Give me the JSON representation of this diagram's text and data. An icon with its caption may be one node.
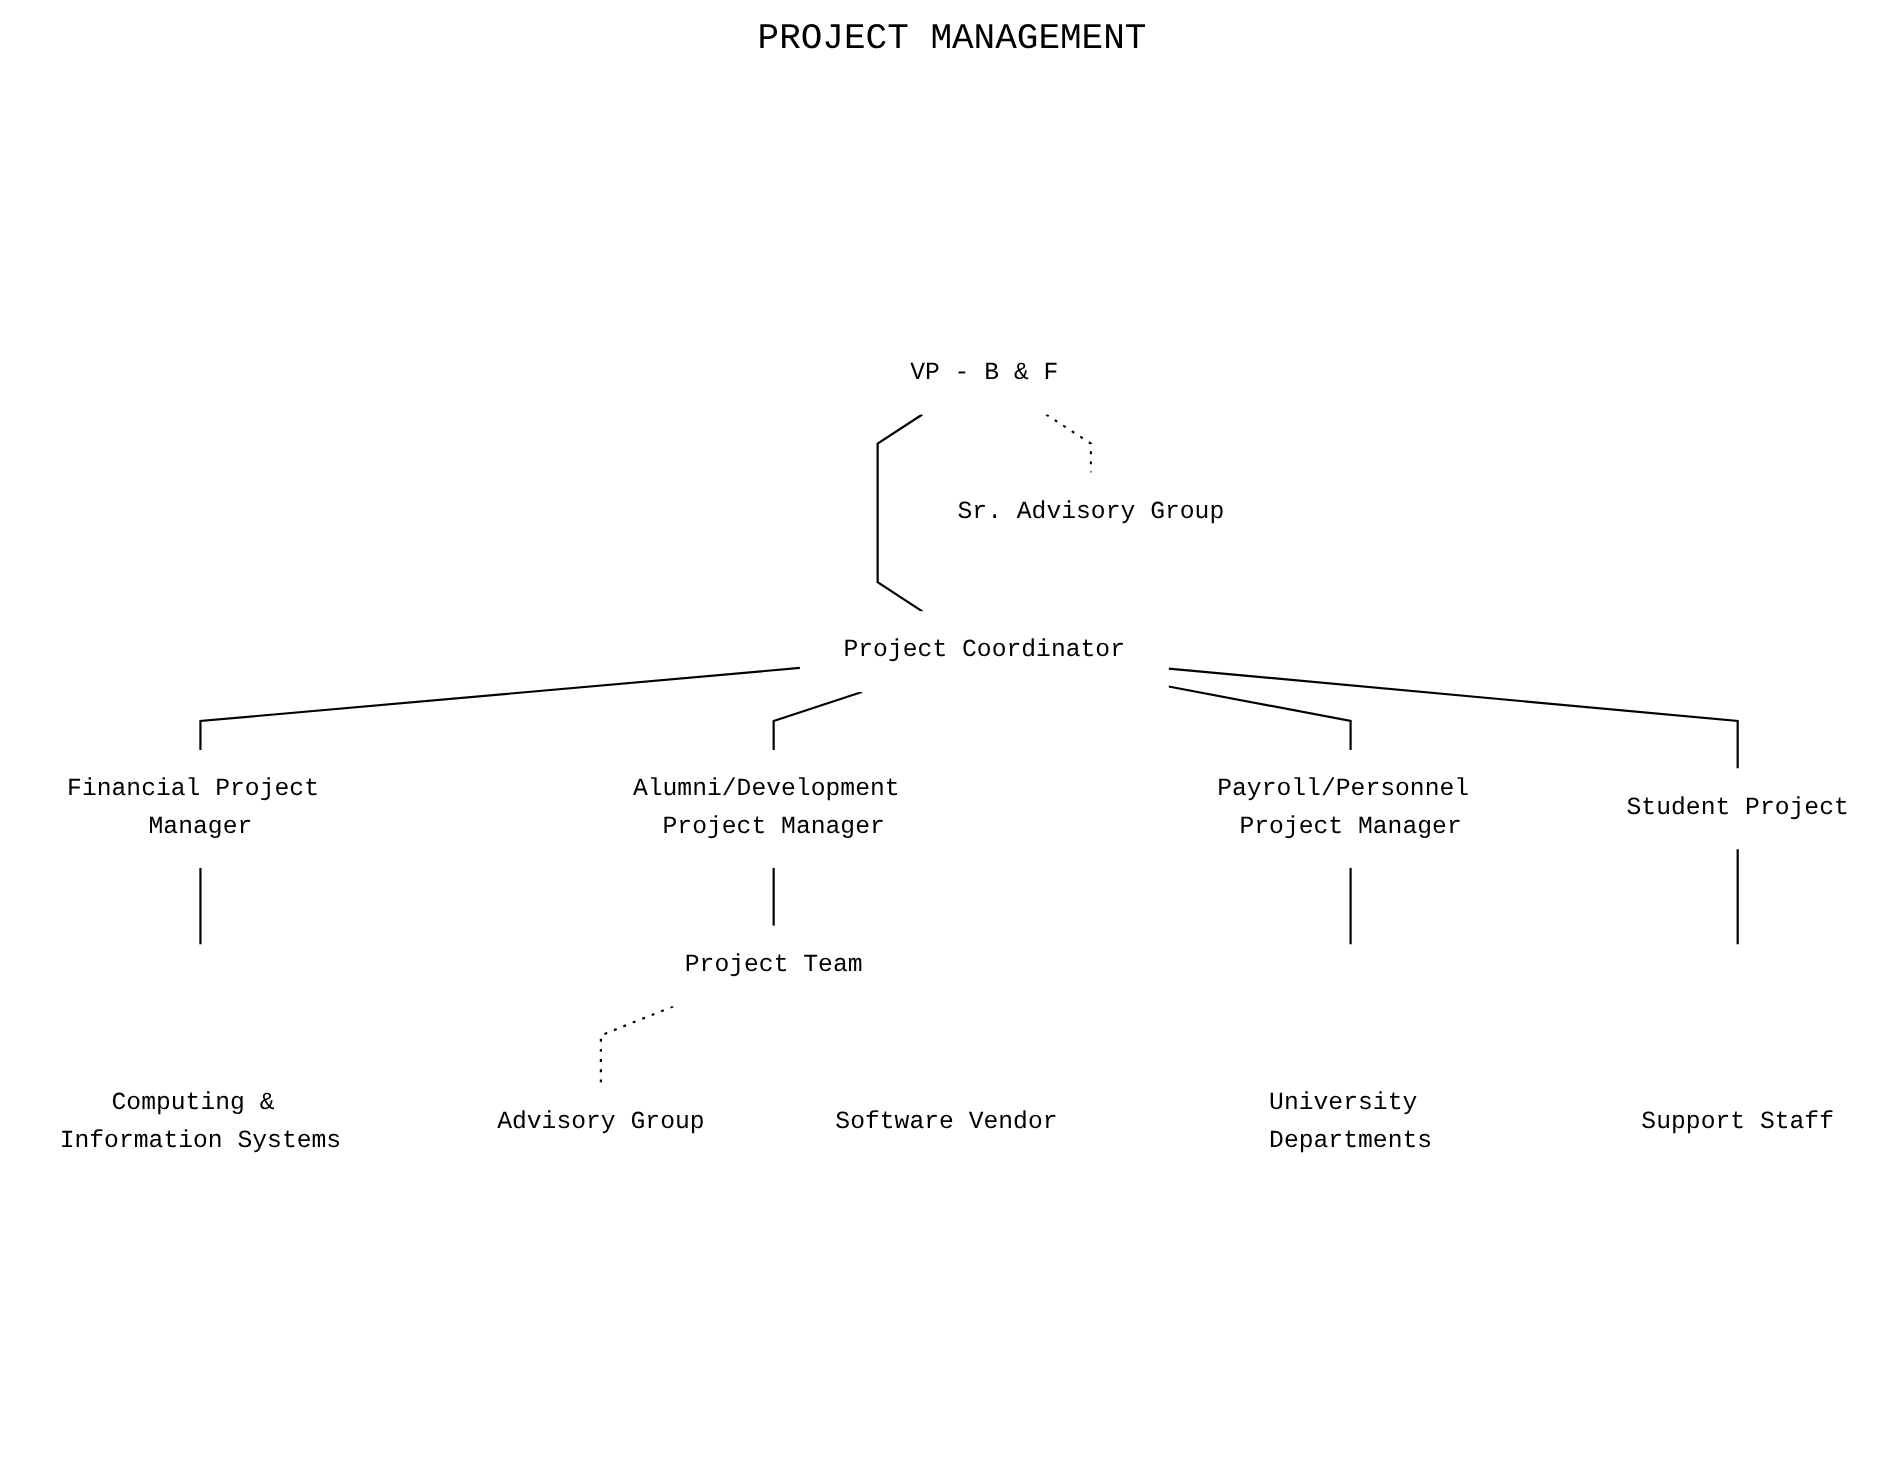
{
  "diagram": {
    "title": "PROJECT MANAGEMENT",
    "nodes": [
      {
        "text": [
          "VP - B & F"
        ]
      },
      {
        "text": [
          "Sr. Advisory Group"
        ]
      },
      {
        "text": [
          "Project Coordinator"
        ]
      },
      {
        "text": [
          "Financial Project Manager"
        ]
      },
      {
        "text": [
          "Alumni/Development Project Manager"
        ]
      },
      {
        "text": [
          "Payroll/Personnel Project Manager"
        ]
      },
      {
        "text": [
          "Student Project"
        ]
      },
      {
        "text": [
          "Advisory Group"
        ]
      },
      {
        "text": [
          "Project Team"
        ]
      },
      {
        "text": [
          "Computing & Information Systems"
        ]
      },
      {
        "text": [
          "Software Vendor"
        ]
      },
      {
        "text": [
          "University Departments"
        ]
      },
      {
        "text": [
          "Support Staff"
        ]
      }
    ],
    "edges": [
      {
        "from": 0,
        "to": 2,
        "arrow": "none"
      },
      {
        "from": 0,
        "to": 1,
        "arrow": "none",
        "style": "dashed"
      },
      {
        "from": 2,
        "to": 3,
        "arrow": "none"
      },
      {
        "from": 2,
        "to": 4,
        "arrow": "none"
      },
      {
        "from": 2,
        "to": 5,
        "arrow": "none"
      },
      {
        "from": 2,
        "to": 6,
        "arrow": "none"
      },
      {
        "from": 3,
        "to": null,
        "arrow": "none"
      },
      {
        "from": 4,
        "to": 8,
        "arrow": "none"
      },
      {
        "from": 5,
        "to": null,
        "arrow": "none"
      },
      {
        "from": 6,
        "to": null,
        "arrow": "none"
      },
      {
        "from": 8,
        "to": 7,
        "arrow": "none",
        "style": "dashed"
      }
    ]
  }
}
